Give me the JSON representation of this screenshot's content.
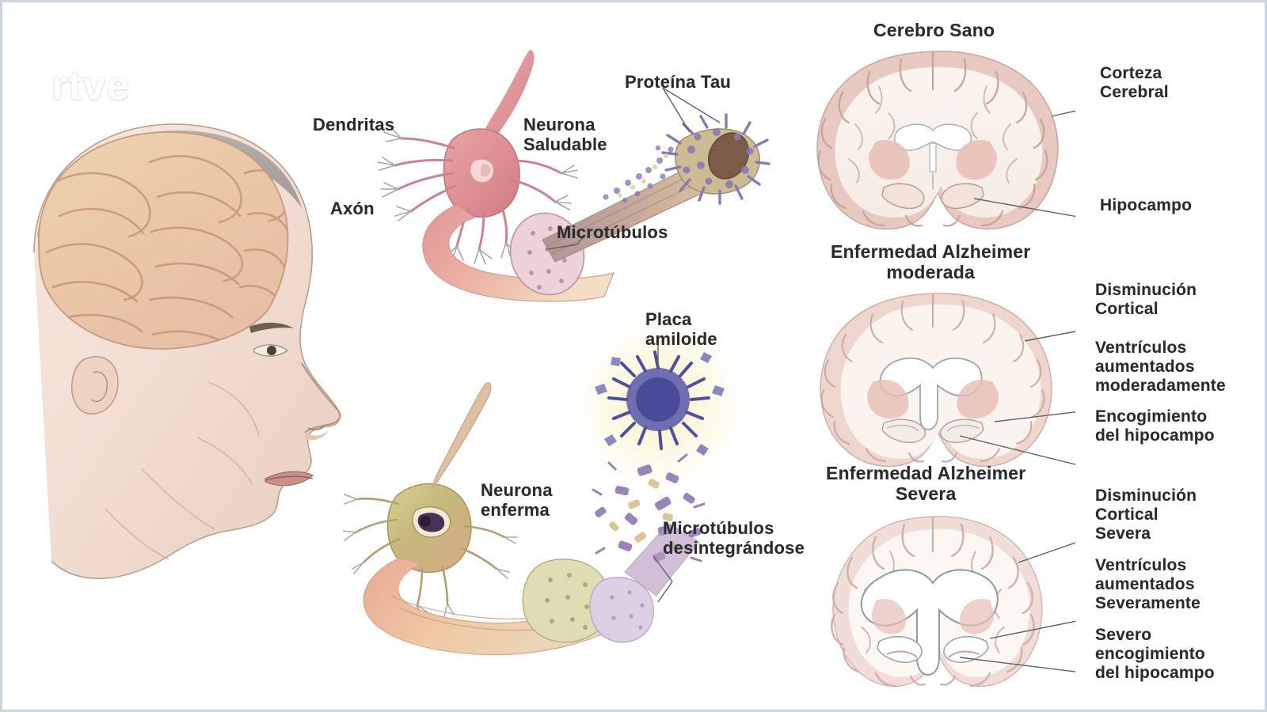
{
  "watermark": {
    "text": "rtve"
  },
  "left_panel": {
    "name": "elderly-head-brain-illustration",
    "description": "Profile illustration of an elderly man's head with cutaway showing the brain"
  },
  "neuron_healthy": {
    "labels": {
      "dendritas": "Dendritas",
      "axon": "Axón",
      "neurona_saludable": "Neurona\nSaludable",
      "proteina_tau": "Proteína Tau",
      "microtubulos": "Microtúbulos"
    }
  },
  "neuron_diseased": {
    "labels": {
      "placa_amiloide": "Placa\namiloide",
      "neurona_enferma": "Neurona\nenferma",
      "microtubulos_desintegrandose": "Microtúbulos\ndesintegrándose"
    }
  },
  "brains": [
    {
      "title": "Cerebro Sano",
      "stage": "healthy",
      "callouts": [
        {
          "text": "Corteza\nCerebral"
        },
        {
          "text": "Hipocampo"
        }
      ]
    },
    {
      "title": "Enfermedad Alzheimer\nmoderada",
      "stage": "moderate",
      "callouts": [
        {
          "text": "Disminución\nCortical"
        },
        {
          "text": "Ventrículos\naumentados\nmoderadamente"
        },
        {
          "text": "Encogimiento\ndel hipocampo"
        }
      ]
    },
    {
      "title": "Enfermedad Alzheimer\nSevera",
      "stage": "severe",
      "callouts": [
        {
          "text": "Disminución\nCortical\nSevera"
        },
        {
          "text": "Ventrículos\naumentados\nSeveramente"
        },
        {
          "text": "Severo\nencogimiento\ndel hipocampo"
        }
      ]
    }
  ],
  "colors": {
    "cortex": "#e8c9c2",
    "white_matter": "#f7efe9",
    "basal_ganglia": "#e7bdb3",
    "neuron_healthy": "#dd8f93",
    "neuron_diseased": "#c5b77a",
    "plaque": "#5b5bac",
    "tau": "#8a79b5",
    "border": "#c9d6de",
    "text": "#2b2b2b"
  }
}
